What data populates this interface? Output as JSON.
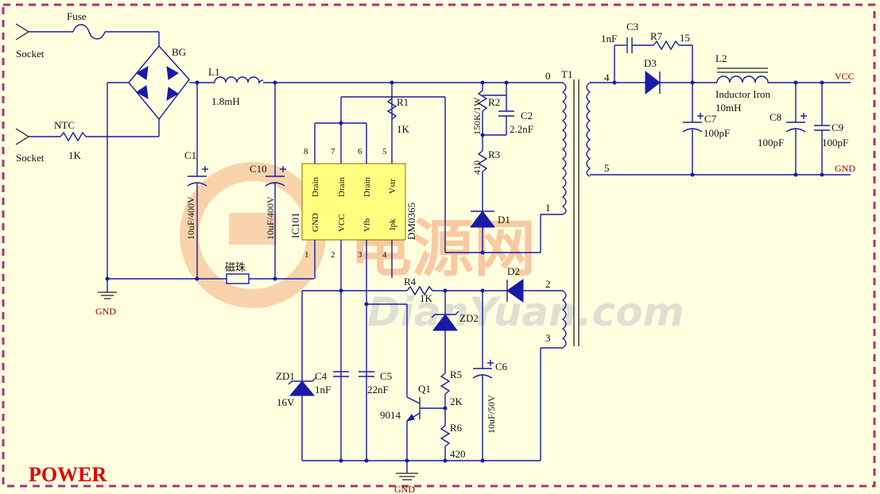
{
  "diagram": {
    "title": "POWER",
    "watermark": {
      "cn": "电源网",
      "en": "DianYuan.com"
    },
    "input": {
      "socket1": "Socket",
      "socket2": "Socket",
      "fuse": "Fuse",
      "ntc": "NTC",
      "ntc_value": "1K",
      "bridge": "BG"
    },
    "primary": {
      "l1": "L1",
      "l1_value": "1.8mH",
      "c1": "C1",
      "c1_value": "10uF/400V",
      "c10": "C10",
      "c10_value": "10uF/400V",
      "bead": "磁珠",
      "gnd_left": "GND",
      "gnd_bottom": "GND",
      "r1": "R1",
      "r1_value": "1K",
      "r2": "R2",
      "r2_value": "150K/1W",
      "c2": "C2",
      "c2_value": "2.2nF",
      "r3": "R3",
      "r3_value": "410",
      "d1": "D1"
    },
    "ic": {
      "ref": "IC101",
      "part": "DM0365",
      "pins_top": [
        {
          "num": "8",
          "name": "Drain"
        },
        {
          "num": "7",
          "name": "Drain"
        },
        {
          "num": "6",
          "name": "Drain"
        },
        {
          "num": "5",
          "name": "Vstr"
        }
      ],
      "pins_bottom": [
        {
          "num": "1",
          "name": "GND"
        },
        {
          "num": "2",
          "name": "VCC"
        },
        {
          "num": "3",
          "name": "Vfb"
        },
        {
          "num": "4",
          "name": "Ipk"
        }
      ]
    },
    "feedback": {
      "r4": "R4",
      "r4_value": "1K",
      "d2": "D2",
      "zd2": "ZD2",
      "zd1": "ZD1",
      "zd1_value": "16V",
      "c4": "C4",
      "c4_value": "1nF",
      "c5": "C5",
      "c5_value": "22nF",
      "q1": "Q1",
      "q1_value": "9014",
      "r5": "R5",
      "r5_value": "2K",
      "r6": "R6",
      "r6_value": "420",
      "c6": "C6",
      "c6_value": "10uF/50V"
    },
    "transformer": {
      "ref": "T1",
      "pins": {
        "p0": "0",
        "p1": "1",
        "p2": "2",
        "p3": "3",
        "p4": "4",
        "p5": "5"
      }
    },
    "secondary": {
      "c3": "C3",
      "c3_value": "1nF",
      "r7": "R7",
      "node15": "15",
      "d3": "D3",
      "l2": "L2",
      "l2_desc": "Inductor Iron",
      "l2_value": "10mH",
      "c7": "C7",
      "c7_value": "100pF",
      "c8": "C8",
      "c8_value": "100pF",
      "c9": "C9",
      "c9_value": "100pF",
      "vcc": "VCC",
      "gnd": "GND"
    }
  },
  "colors": {
    "wire": "#1a1aa8",
    "border": "#b0307a",
    "title": "#e00000",
    "net_label": "#8b0000",
    "background": "#ffffe0",
    "ic_fill": "#ffff80",
    "watermark": "#f4a070"
  }
}
